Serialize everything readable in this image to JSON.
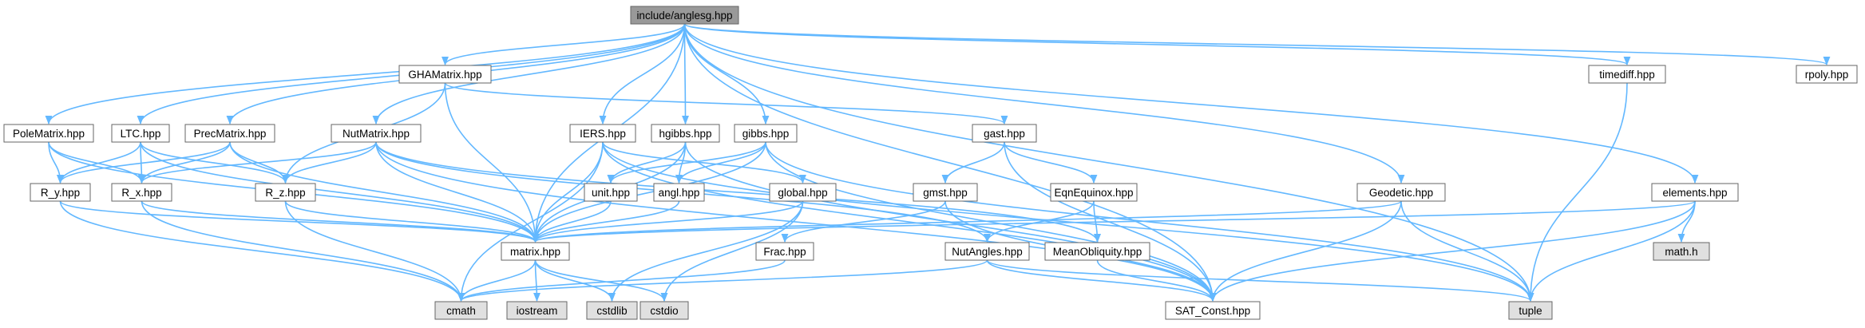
{
  "graph": {
    "colors": {
      "edge": "#63b8ff",
      "node_fill": "#ffffff",
      "root_fill": "#999999",
      "system_fill": "#e0e0e0",
      "node_border": "#666666"
    },
    "nodes": [
      {
        "id": "root",
        "label": "include/anglesg.hpp",
        "kind": "root"
      },
      {
        "id": "ghamatrix",
        "label": "GHAMatrix.hpp",
        "kind": "file"
      },
      {
        "id": "timediff",
        "label": "timediff.hpp",
        "kind": "file"
      },
      {
        "id": "rpoly",
        "label": "rpoly.hpp",
        "kind": "file"
      },
      {
        "id": "polematrix",
        "label": "PoleMatrix.hpp",
        "kind": "file"
      },
      {
        "id": "ltc",
        "label": "LTC.hpp",
        "kind": "file"
      },
      {
        "id": "precmatrix",
        "label": "PrecMatrix.hpp",
        "kind": "file"
      },
      {
        "id": "nutmatrix",
        "label": "NutMatrix.hpp",
        "kind": "file"
      },
      {
        "id": "iers",
        "label": "IERS.hpp",
        "kind": "file"
      },
      {
        "id": "hgibbs",
        "label": "hgibbs.hpp",
        "kind": "file"
      },
      {
        "id": "gibbs",
        "label": "gibbs.hpp",
        "kind": "file"
      },
      {
        "id": "gast",
        "label": "gast.hpp",
        "kind": "file"
      },
      {
        "id": "ry",
        "label": "R_y.hpp",
        "kind": "file"
      },
      {
        "id": "rx",
        "label": "R_x.hpp",
        "kind": "file"
      },
      {
        "id": "rz",
        "label": "R_z.hpp",
        "kind": "file"
      },
      {
        "id": "unit",
        "label": "unit.hpp",
        "kind": "file"
      },
      {
        "id": "angl",
        "label": "angl.hpp",
        "kind": "file"
      },
      {
        "id": "global",
        "label": "global.hpp",
        "kind": "file"
      },
      {
        "id": "gmst",
        "label": "gmst.hpp",
        "kind": "file"
      },
      {
        "id": "eqnequinox",
        "label": "EqnEquinox.hpp",
        "kind": "file"
      },
      {
        "id": "geodetic",
        "label": "Geodetic.hpp",
        "kind": "file"
      },
      {
        "id": "elements",
        "label": "elements.hpp",
        "kind": "file"
      },
      {
        "id": "matrix",
        "label": "matrix.hpp",
        "kind": "file"
      },
      {
        "id": "frac",
        "label": "Frac.hpp",
        "kind": "file"
      },
      {
        "id": "nutangles",
        "label": "NutAngles.hpp",
        "kind": "file"
      },
      {
        "id": "meanobliquity",
        "label": "MeanObliquity.hpp",
        "kind": "file"
      },
      {
        "id": "mathh",
        "label": "math.h",
        "kind": "system"
      },
      {
        "id": "cmath",
        "label": "cmath",
        "kind": "system"
      },
      {
        "id": "iostream",
        "label": "iostream",
        "kind": "system"
      },
      {
        "id": "cstdlib",
        "label": "cstdlib",
        "kind": "system"
      },
      {
        "id": "cstdio",
        "label": "cstdio",
        "kind": "system"
      },
      {
        "id": "satconst",
        "label": "SAT_Const.hpp",
        "kind": "file"
      },
      {
        "id": "tuple",
        "label": "tuple",
        "kind": "system"
      }
    ],
    "edges": [
      [
        "root",
        "ghamatrix"
      ],
      [
        "root",
        "timediff"
      ],
      [
        "root",
        "rpoly"
      ],
      [
        "root",
        "polematrix"
      ],
      [
        "root",
        "ltc"
      ],
      [
        "root",
        "precmatrix"
      ],
      [
        "root",
        "nutmatrix"
      ],
      [
        "root",
        "iers"
      ],
      [
        "root",
        "hgibbs"
      ],
      [
        "root",
        "gibbs"
      ],
      [
        "root",
        "geodetic"
      ],
      [
        "root",
        "elements"
      ],
      [
        "root",
        "matrix"
      ],
      [
        "root",
        "satconst"
      ],
      [
        "root",
        "tuple"
      ],
      [
        "ghamatrix",
        "gast"
      ],
      [
        "ghamatrix",
        "rz"
      ],
      [
        "ghamatrix",
        "matrix"
      ],
      [
        "timediff",
        "tuple"
      ],
      [
        "polematrix",
        "ry"
      ],
      [
        "polematrix",
        "rx"
      ],
      [
        "polematrix",
        "matrix"
      ],
      [
        "ltc",
        "ry"
      ],
      [
        "ltc",
        "rx"
      ],
      [
        "ltc",
        "rz"
      ],
      [
        "ltc",
        "matrix"
      ],
      [
        "precmatrix",
        "ry"
      ],
      [
        "precmatrix",
        "rx"
      ],
      [
        "precmatrix",
        "rz"
      ],
      [
        "precmatrix",
        "matrix"
      ],
      [
        "nutmatrix",
        "rx"
      ],
      [
        "nutmatrix",
        "rz"
      ],
      [
        "nutmatrix",
        "matrix"
      ],
      [
        "nutmatrix",
        "nutangles"
      ],
      [
        "nutmatrix",
        "meanobliquity"
      ],
      [
        "nutmatrix",
        "satconst"
      ],
      [
        "iers",
        "matrix"
      ],
      [
        "iers",
        "global"
      ],
      [
        "iers",
        "cmath"
      ],
      [
        "iers",
        "satconst"
      ],
      [
        "iers",
        "tuple"
      ],
      [
        "hgibbs",
        "unit"
      ],
      [
        "hgibbs",
        "angl"
      ],
      [
        "hgibbs",
        "matrix"
      ],
      [
        "hgibbs",
        "satconst"
      ],
      [
        "gibbs",
        "unit"
      ],
      [
        "gibbs",
        "angl"
      ],
      [
        "gibbs",
        "matrix"
      ],
      [
        "gibbs",
        "satconst"
      ],
      [
        "gibbs",
        "tuple"
      ],
      [
        "gast",
        "gmst"
      ],
      [
        "gast",
        "eqnequinox"
      ],
      [
        "gast",
        "satconst"
      ],
      [
        "ry",
        "matrix"
      ],
      [
        "ry",
        "cmath"
      ],
      [
        "rx",
        "matrix"
      ],
      [
        "rx",
        "cmath"
      ],
      [
        "rz",
        "matrix"
      ],
      [
        "rz",
        "cmath"
      ],
      [
        "unit",
        "matrix"
      ],
      [
        "angl",
        "matrix"
      ],
      [
        "global",
        "matrix"
      ],
      [
        "global",
        "cstdlib"
      ],
      [
        "global",
        "cstdio"
      ],
      [
        "gmst",
        "frac"
      ],
      [
        "gmst",
        "satconst"
      ],
      [
        "eqnequinox",
        "nutangles"
      ],
      [
        "eqnequinox",
        "meanobliquity"
      ],
      [
        "geodetic",
        "matrix"
      ],
      [
        "geodetic",
        "satconst"
      ],
      [
        "geodetic",
        "tuple"
      ],
      [
        "elements",
        "matrix"
      ],
      [
        "elements",
        "mathh"
      ],
      [
        "elements",
        "satconst"
      ],
      [
        "elements",
        "tuple"
      ],
      [
        "matrix",
        "cmath"
      ],
      [
        "matrix",
        "iostream"
      ],
      [
        "matrix",
        "cstdlib"
      ],
      [
        "matrix",
        "cstdio"
      ],
      [
        "frac",
        "cmath"
      ],
      [
        "nutangles",
        "cmath"
      ],
      [
        "nutangles",
        "satconst"
      ],
      [
        "nutangles",
        "tuple"
      ],
      [
        "meanobliquity",
        "satconst"
      ]
    ]
  }
}
